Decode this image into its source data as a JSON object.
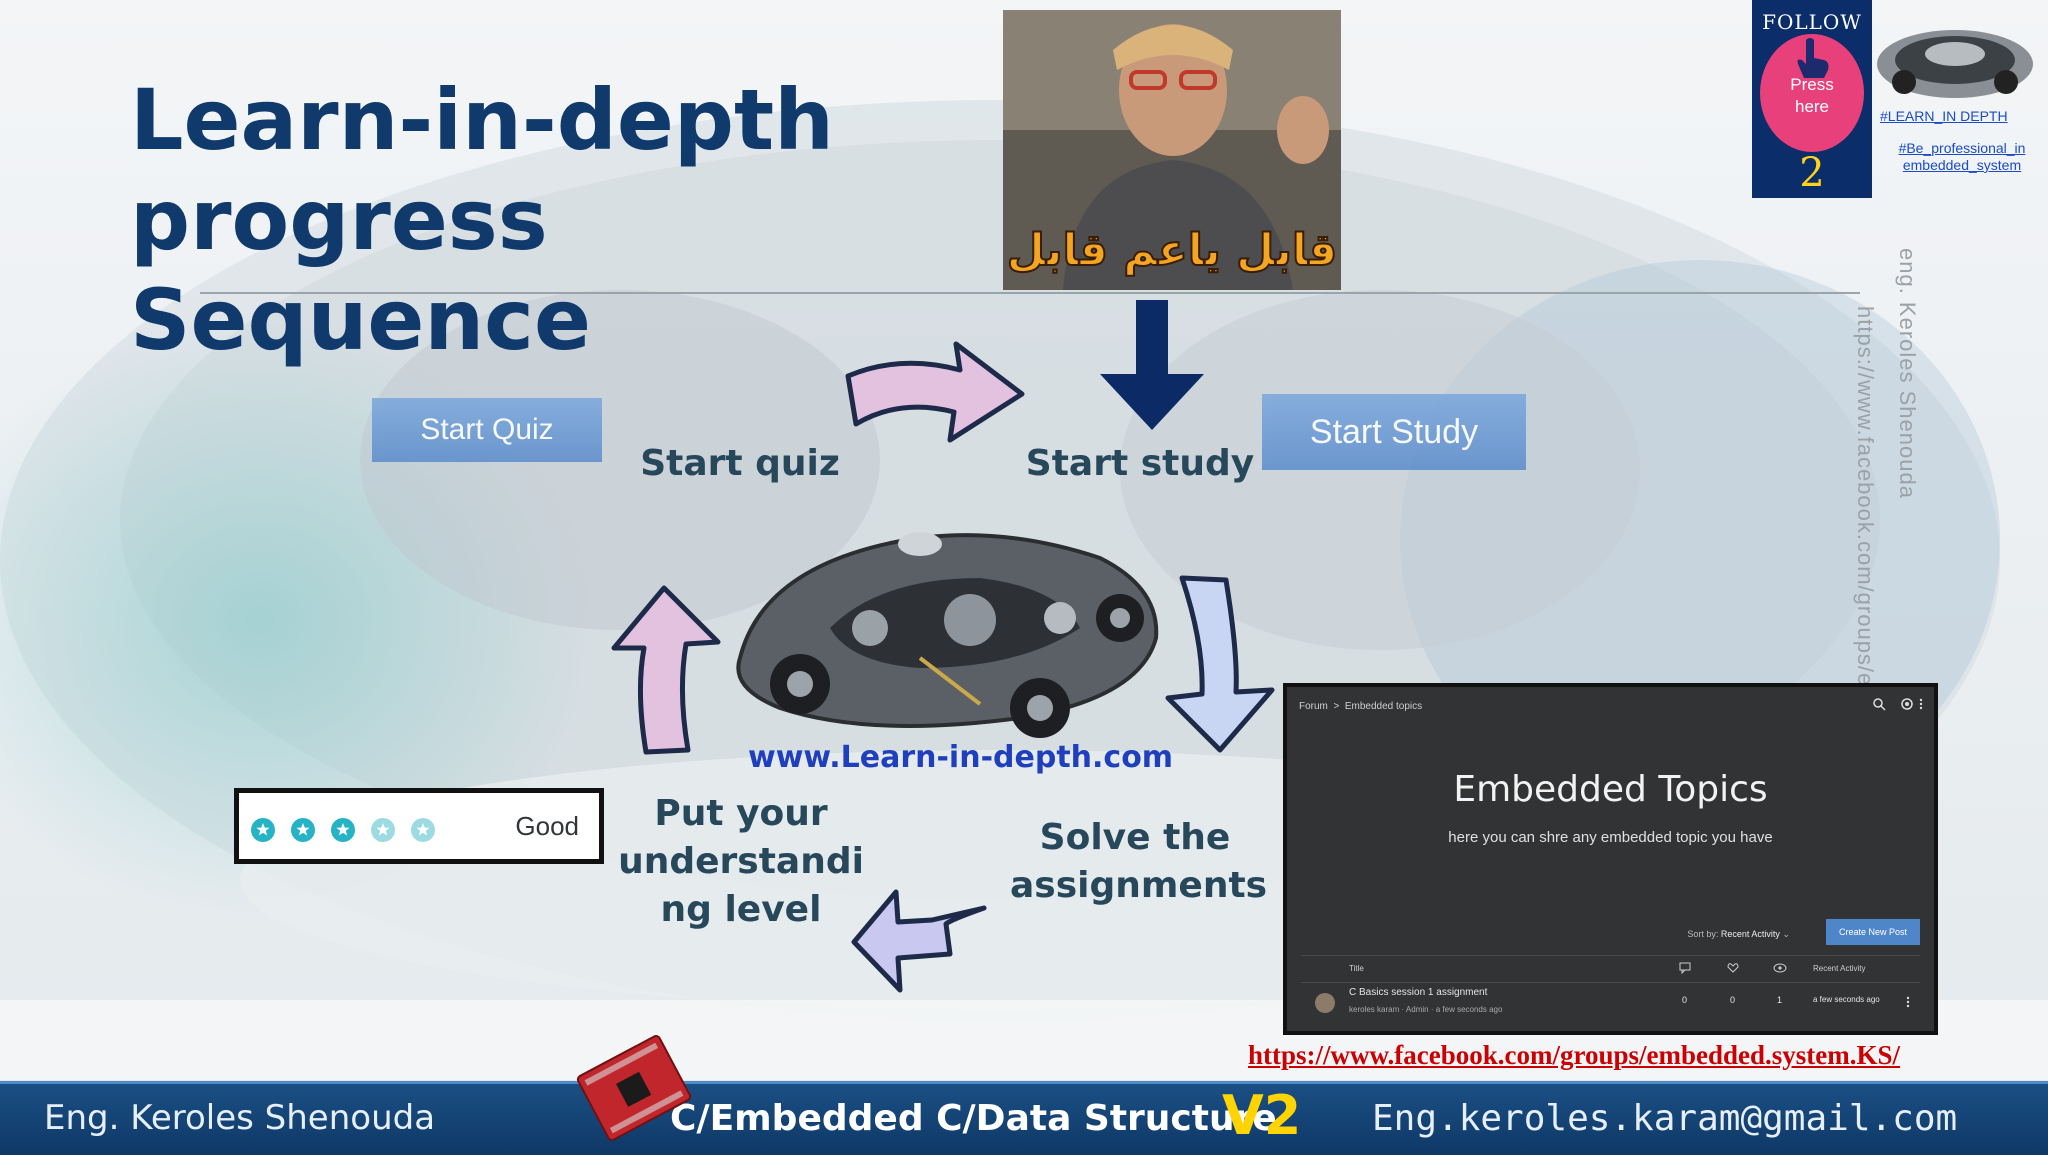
{
  "slide": {
    "title_line1": "Learn-in-depth",
    "title_line2": "progress Sequence",
    "photo_caption": "قابل ياعم قابل"
  },
  "follow_badge": {
    "label": "FOLLOW US",
    "press_text": "Press\nhere",
    "number": "2"
  },
  "tags": {
    "tag1": "#LEARN_IN DEPTH",
    "tag2_line1": "#Be_professional_in",
    "tag2_line2": "embedded_system"
  },
  "watermark": {
    "name": "eng. Keroles Shenouda",
    "url": "https://www.facebook.com/groups/em"
  },
  "buttons": {
    "start_quiz": "Start Quiz",
    "start_study": "Start Study"
  },
  "steps": {
    "start_quiz": "Start quiz",
    "start_study": "Start study",
    "solve": "Solve the assignments",
    "put_level_l1": "Put your",
    "put_level_l2": "understandi",
    "put_level_l3": "ng level"
  },
  "site_url": "www.Learn-in-depth.com",
  "rating": {
    "stars_filled": 3,
    "stars_total": 5,
    "label": "Good"
  },
  "forum": {
    "breadcrumb_root": "Forum",
    "breadcrumb_sep": ">",
    "breadcrumb_current": "Embedded topics",
    "title": "Embedded Topics",
    "subtitle": "here you can shre any embedded topic you have",
    "sort_label": "Sort by:",
    "sort_value": "Recent Activity",
    "create_button": "Create New Post",
    "columns": {
      "title": "Title",
      "activity": "Recent Activity"
    },
    "post": {
      "title": "C Basics session 1 assignment",
      "author": "keroles karam",
      "role": "Admin",
      "time": "a few seconds ago",
      "comments": "0",
      "likes": "0",
      "views": "1",
      "recent": "a few seconds ago"
    }
  },
  "footer": {
    "link": "https://www.facebook.com/groups/embedded.system.KS/",
    "left": "Eng. Keroles Shenouda",
    "middle": "C/Embedded C/Data Structure",
    "version": "V2",
    "right": "Eng.keroles.karam@gmail.com"
  },
  "colors": {
    "title": "#0f3a6b",
    "arrow_pink": "#e2c2df",
    "arrow_blue": "#c9d6f3",
    "arrow_navy": "#0c2a66",
    "footer_bg": "#11416f",
    "accent_yellow": "#ffd400"
  }
}
